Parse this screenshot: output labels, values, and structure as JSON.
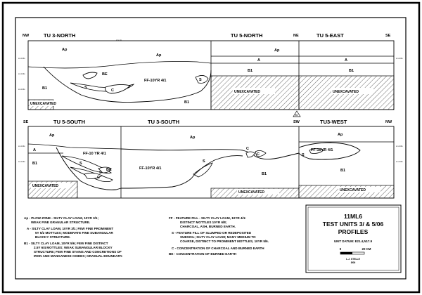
{
  "top": {
    "corners": {
      "left": "NW",
      "ne": "NE",
      "right": "SE"
    },
    "units": [
      "TU 3-NORTH",
      "TU 5-NORTH",
      "TU 5-EAST"
    ],
    "labels": {
      "ap1": "Ap",
      "ap2": "Ap",
      "ap3": "Ap",
      "a1": "A",
      "a2": "A",
      "b1a": "B1",
      "b1b": "B1",
      "b1c": "B1",
      "be": "BE",
      "s1": "S",
      "s2": "S",
      "c1": "C",
      "ff": "FF-10YR 4/1"
    },
    "unexcavated": [
      "UNEXCAVATED",
      "UNEXCAVATED",
      "UNEXCAVATED"
    ],
    "datum": "xxx cm"
  },
  "bottom": {
    "corners": {
      "left": "SE",
      "sw": "SW",
      "right": "NW"
    },
    "units": [
      "TU 5-SOUTH",
      "TU 3-SOUTH",
      "TU3-WEST"
    ],
    "labels": {
      "ap1": "Ap",
      "ap2": "Ap",
      "ap3": "Ap",
      "a1": "A",
      "b1a": "B1",
      "b1b": "B1",
      "b1c": "B1",
      "ff1": "FF-10 YR 4/1",
      "ff2": "FF-10YR 4/1",
      "ff3": "FF-10YR 4/1",
      "s1": "S",
      "s2": "S",
      "s3": "S",
      "s4": "S",
      "be": "BE",
      "c1": "C",
      "c2": "C",
      "c3": "C"
    },
    "unexcavated": [
      "UNEXCAVATED",
      "UNEXCAVATED",
      "UNEXCAVATED"
    ]
  },
  "elevations": {
    "top": [
      "xx cmbs",
      "xx cmbs",
      "xx cmbs",
      "xx cmbs"
    ],
    "bottom": [
      "xx cmbs",
      "xx cmbs",
      "xx cmbs",
      "xx cmbs"
    ]
  },
  "legend": {
    "left": [
      [
        "Ap - PLOW ZONE - SILTY CLAY LOAM, 10YR 3/1;",
        "WEAK FINE GRANULAR STRUCTURE."
      ],
      [
        "A - SILTY CLAY LOAM, 10YR 3/1; FEW FINE PROMINENT",
        "5Y 5/2 MOTTLES; MODERATE FINE SUBANGULAR",
        "BLOCKY STRUCTURE."
      ],
      [
        "B1 - SILTY CLAY LOAM, 10YR 5/6; FEW FINE DISTINCT",
        "2.5Y 6/4 MOTTLES; WEAK SUBANGULAR BLOCKY",
        "STRUCTURE; FEW FINE STAINS AND CONCRETIONS OF",
        "IRON AND MANGANESE OXIDES; GRADUAL BOUNDARY."
      ]
    ],
    "right": [
      [
        "FF - FEATURE FILL - SILTY CLAY LOAM, 10YR 4/1:",
        "DISTINCT MOTTLES 10YR 6/8;",
        "CHARCOAL, ASH, BURNED EARTH."
      ],
      [
        "S - FEATURE FILL OF SLUMPED OR REDEPOSITED",
        "SUBSOIL; SILTY CLAY LOAM; MANY MEDIUM TO",
        "COARSE, DISTINCT TO PROMINENT MOTTLES, 10YR 5/6."
      ],
      [
        "C - CONCENTRATION OF CHARCOAL AND BURNED EARTH"
      ],
      [
        "BE - CONCENTRATION OF BURNED EARTH"
      ]
    ]
  },
  "title_block": {
    "site": "11ML6",
    "line1": "TEST UNITS 3/ & 5/06",
    "line2": "PROFILES",
    "datum": "UNIT DATUM: E21.4,N17.9",
    "scale_zero": "0",
    "scale_end": "20 CM",
    "credit": "L.J. STELLE",
    "date": "8/06"
  },
  "north_marker": "N"
}
